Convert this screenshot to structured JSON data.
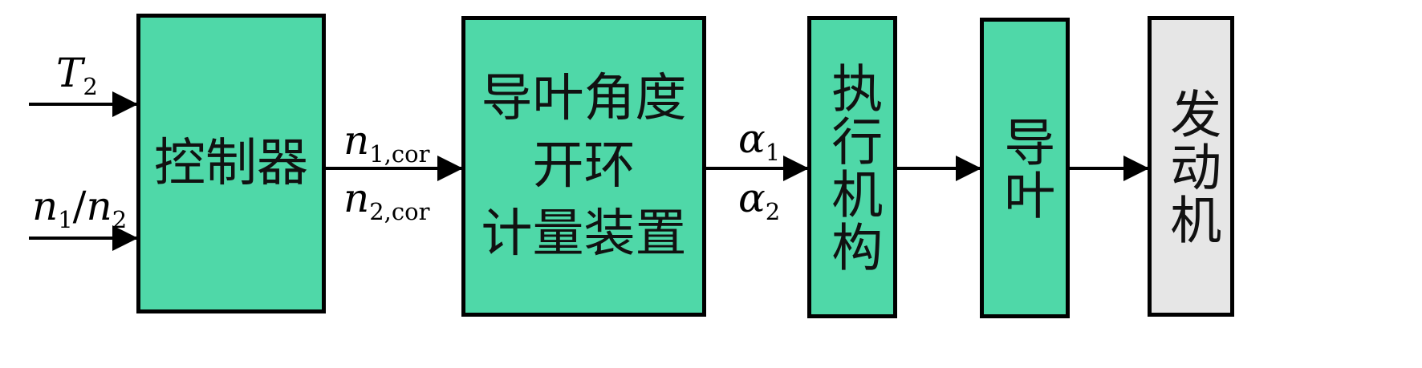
{
  "blocks": {
    "controller": "控制器",
    "metering_line1": "导叶角度",
    "metering_line2": "开环",
    "metering_line3": "计量装置",
    "actuator": "执行机构",
    "guide_vane": "导叶",
    "engine": "发动机"
  },
  "signals": {
    "t2": {
      "var": "T",
      "sub": "2"
    },
    "n_ratio": {
      "var1": "n",
      "sub1": "1",
      "slash": "/",
      "var2": "n",
      "sub2": "2"
    },
    "n1cor": {
      "var": "n",
      "sub": "1,cor"
    },
    "n2cor": {
      "var": "n",
      "sub": "2,cor"
    },
    "alpha1": {
      "var": "α",
      "sub": "1"
    },
    "alpha2": {
      "var": "α",
      "sub": "2"
    }
  },
  "colors": {
    "block_fill": "#4fd8a8",
    "engine_fill": "#e6e6e6",
    "line": "#000000"
  }
}
